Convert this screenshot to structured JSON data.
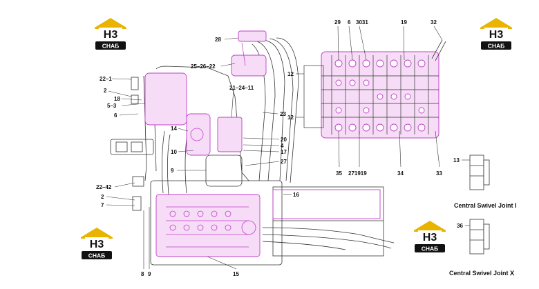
{
  "logo": {
    "mark": "H3",
    "text": "CHAБ",
    "colors": {
      "roof": "#e8b400",
      "badge_bg": "#111111",
      "badge_text": "#ffffff"
    }
  },
  "captions": {
    "joint_1": "Central Swivel Joint Ⅰ",
    "joint_x": "Central Swivel Joint Ⅹ"
  },
  "callouts": {
    "c28": "28",
    "c25_26_22": "25–26–22",
    "c22_1": "22–1",
    "c2a": "2",
    "c18": "18",
    "c5_3": "5–3",
    "c6": "6",
    "c21_24_11": "21–24–11",
    "c23": "23",
    "c12a": "12",
    "c12b": "12",
    "c14": "14",
    "c10": "10",
    "c9a": "9",
    "c20": "20",
    "c4": "4",
    "c17": "17",
    "c27": "27",
    "c22_42": "22–42",
    "c2b": "2",
    "c7": "7",
    "c16": "16",
    "c8": "8",
    "c9b": "9",
    "c15": "15",
    "c29": "29",
    "c6b": "6",
    "c30_31": "3031",
    "c19": "19",
    "c32": "32",
    "c35": "35",
    "c27_19_19": "271919",
    "c34": "34",
    "c33": "33",
    "c13": "13",
    "c36": "36"
  },
  "colors": {
    "line": "#333333",
    "highlight": "#c040c8",
    "highlight_fill": "#f3d0f3"
  }
}
